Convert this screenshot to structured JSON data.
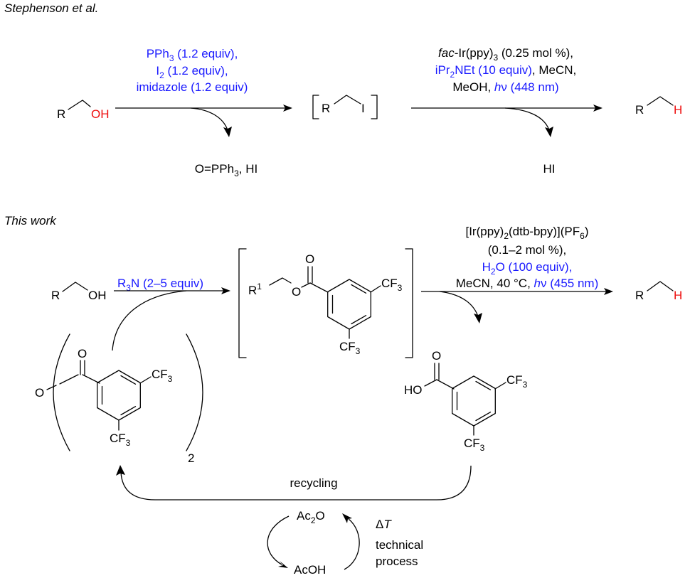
{
  "section1": {
    "title": "Stephenson et al.",
    "reactant_R": "R",
    "reactant_OH": "OH",
    "cond1": {
      "line1_a": "PPh",
      "line1_sub": "3",
      "line1_b": " (1.2 equiv),",
      "line2_a": "I",
      "line2_sub": "2",
      "line2_b": " (1.2 equiv),",
      "line3": "imidazole (1.2 equiv)"
    },
    "byproduct1": {
      "a": "O=PPh",
      "sub": "3",
      "b": ", HI"
    },
    "intermediate_R": "R",
    "intermediate_I": "I",
    "cond2": {
      "line1_italic": "fac",
      "line1_a": "-Ir(ppy)",
      "line1_sub": "3",
      "line1_b": " (0.25 mol %),",
      "line2_blue_a": "iPr",
      "line2_blue_sub": "2",
      "line2_blue_b": "NEt (10 equiv)",
      "line2_black": ", MeCN,",
      "line3_black": "MeOH, ",
      "line3_blue_italic": "h",
      "line3_blue_nu": "ν",
      "line3_blue_b": " (448 nm)"
    },
    "byproduct2": "HI",
    "product_R": "R",
    "product_H": "H"
  },
  "section2": {
    "title": "This work",
    "reactant_R": "R",
    "reactant_OH": "OH",
    "reagent": {
      "a": "R",
      "sub": "3",
      "b": "N (2–5 equiv)"
    },
    "anhydride": {
      "O_carbonyl": "O",
      "O_bridge": "O",
      "cf3_a": "CF",
      "cf3_sub": "3",
      "cf3b_a": "CF",
      "cf3b_sub": "3",
      "multiplier": "2"
    },
    "ester": {
      "R": "R",
      "R_sup": "1",
      "O_ester": "O",
      "O_carbonyl": "O",
      "cf3_a": "CF",
      "cf3_sub": "3",
      "cf3b_a": "CF",
      "cf3b_sub": "3"
    },
    "cond": {
      "line1_a": "[Ir(ppy)",
      "line1_sub1": "2",
      "line1_b": "(dtb-bpy)](PF",
      "line1_sub2": "6",
      "line1_c": ")",
      "line2": "(0.1–2 mol %),",
      "line3_a": "H",
      "line3_sub": "2",
      "line3_b": "O (100 equiv),",
      "line4_black": "MeCN, 40 °C, ",
      "line4_blue_italic": "h",
      "line4_blue_nu": "ν",
      "line4_blue_b": " (455 nm)"
    },
    "acid": {
      "HO": "HO",
      "O_carbonyl": "O",
      "cf3_a": "CF",
      "cf3_sub": "3",
      "cf3b_a": "CF",
      "cf3b_sub": "3"
    },
    "product_R": "R",
    "product_H": "H",
    "recycling": "recycling",
    "ac2o": {
      "a": "Ac",
      "sub": "2",
      "b": "O"
    },
    "acoh": "AcOH",
    "delta_T": {
      "delta": "Δ",
      "T": "T"
    },
    "technical": "technical",
    "process": "process"
  },
  "colors": {
    "blue": "#1a1aff",
    "red": "#ee1111",
    "black": "#000000"
  }
}
